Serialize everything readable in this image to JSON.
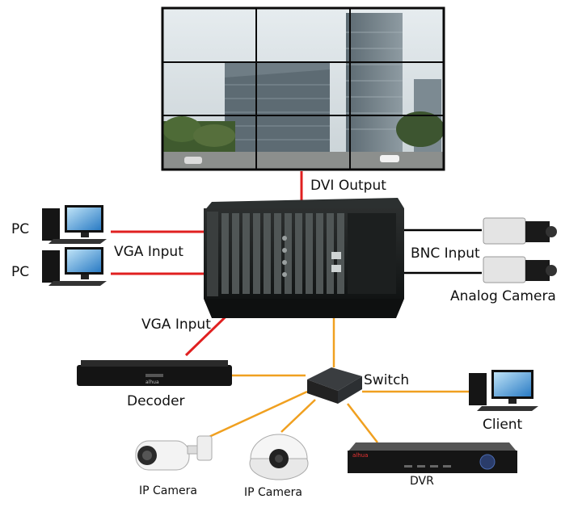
{
  "labels": {
    "dvi_output": "DVI Output",
    "vga_input_left": "VGA Input",
    "vga_input_bottom": "VGA Input",
    "bnc_input": "BNC Input",
    "pc_1": "PC",
    "pc_2": "PC",
    "analog_camera": "Analog Camera",
    "decoder": "Decoder",
    "switch": "Switch",
    "client": "Client",
    "ip_camera_1": "IP Camera",
    "ip_camera_2": "IP Camera",
    "dvr": "DVR",
    "decoder_brand": "alhua",
    "dvr_brand": "alhua"
  },
  "colors": {
    "vga_link": "#e02020",
    "dvi_link": "#e02020",
    "bnc_link": "#000000",
    "network_link": "#f0a020",
    "device_dark": "#1a1a1a",
    "wall_frame": "#0a0a0a"
  }
}
